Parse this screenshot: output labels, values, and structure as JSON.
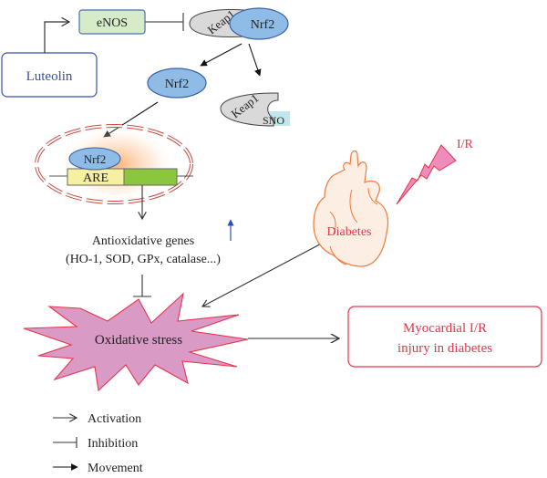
{
  "nodes": {
    "luteolin": "Luteolin",
    "enos": "eNOS",
    "keap1_complex": "Keap1",
    "nrf2_complex": "Nrf2",
    "nrf2_free": "Nrf2",
    "keap1_sno": "Keap1",
    "sno": "SNO",
    "nrf2_nucleus": "Nrf2",
    "are": "ARE",
    "antioxidative_line1": "Antioxidative genes",
    "antioxidative_line2": "(HO-1, SOD, GPx, catalase...)",
    "oxidative_stress": "Oxidative stress",
    "diabetes": "Diabetes",
    "ir": "I/R",
    "outcome_line1": "Myocardial I/R",
    "outcome_line2": "injury in diabetes"
  },
  "legend": [
    {
      "type": "activation",
      "label": "Activation"
    },
    {
      "type": "inhibition",
      "label": "Inhibition"
    },
    {
      "type": "movement",
      "label": "Movement"
    }
  ],
  "colors": {
    "luteolin_text": "#3a4fa8",
    "luteolin_border": "#3a4fa8",
    "enos_fill": "#d6ecc8",
    "enos_border": "#4a6fb0",
    "nrf2_fill": "#8fbce6",
    "nrf2_border": "#3a5fa8",
    "keap1_fill": "#d9d9d9",
    "sno_fill": "#bfe8ea",
    "nucleus_dash": "#c0392b",
    "are_fill": "#f7f0a0",
    "gene_fill": "#8cc63f",
    "stress_fill": "#d99ac6",
    "stress_border": "#e8344a",
    "heart_fill": "#fdeee4",
    "heart_stroke": "#f07a3a",
    "red_text": "#e8344a",
    "bolt_fill": "#f08cbc",
    "up_arrow": "#2a4fc0",
    "line": "#333333"
  }
}
